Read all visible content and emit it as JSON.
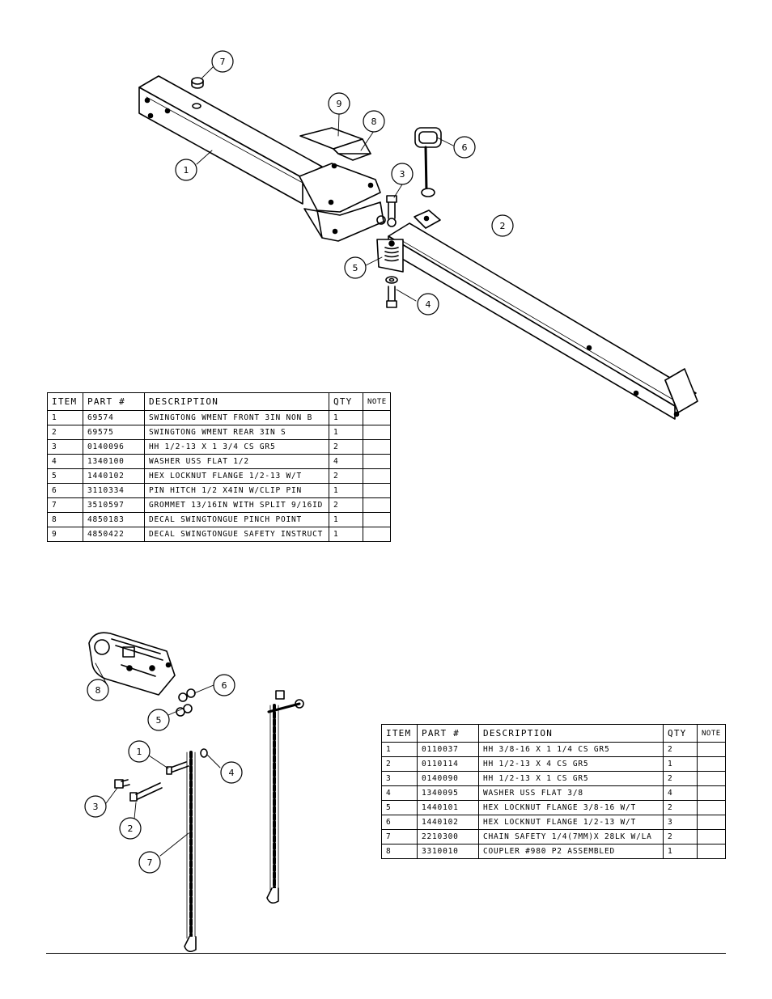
{
  "assembly_top": {
    "balloons": [
      "1",
      "2",
      "3",
      "4",
      "5",
      "6",
      "7",
      "8",
      "9"
    ],
    "headers": {
      "item": "ITEM",
      "part": "PART #",
      "description": "DESCRIPTION",
      "qty": "QTY",
      "note": "NOTE"
    },
    "rows": [
      {
        "item": "1",
        "part": "69574",
        "description": "SWINGTONG WMENT FRONT 3IN NON B",
        "qty": "1",
        "note": ""
      },
      {
        "item": "2",
        "part": "69575",
        "description": "SWINGTONG WMENT REAR 3IN S",
        "qty": "1",
        "note": ""
      },
      {
        "item": "3",
        "part": "0140096",
        "description": "HH 1/2-13 X 1 3/4 CS GR5",
        "qty": "2",
        "note": ""
      },
      {
        "item": "4",
        "part": "1340100",
        "description": "WASHER USS FLAT 1/2",
        "qty": "4",
        "note": ""
      },
      {
        "item": "5",
        "part": "1440102",
        "description": "HEX LOCKNUT FLANGE 1/2-13 W/T",
        "qty": "2",
        "note": ""
      },
      {
        "item": "6",
        "part": "3110334",
        "description": "PIN HITCH 1/2 X4IN W/CLIP PIN",
        "qty": "1",
        "note": ""
      },
      {
        "item": "7",
        "part": "3510597",
        "description": "GROMMET 13/16IN  WITH SPLIT 9/16ID",
        "qty": "2",
        "note": ""
      },
      {
        "item": "8",
        "part": "4850183",
        "description": "DECAL SWINGTONGUE PINCH POINT",
        "qty": "1",
        "note": ""
      },
      {
        "item": "9",
        "part": "4850422",
        "description": "DECAL SWINGTONGUE SAFETY INSTRUCT",
        "qty": "1",
        "note": ""
      }
    ]
  },
  "assembly_bottom": {
    "balloons": [
      "1",
      "2",
      "3",
      "4",
      "5",
      "6",
      "7",
      "8"
    ],
    "headers": {
      "item": "ITEM",
      "part": "PART #",
      "description": "DESCRIPTION",
      "qty": "QTY",
      "note": "NOTE"
    },
    "rows": [
      {
        "item": "1",
        "part": "0110037",
        "description": "HH 3/8-16 X 1 1/4 CS GR5",
        "qty": "2",
        "note": ""
      },
      {
        "item": "2",
        "part": "0110114",
        "description": "HH 1/2-13 X 4 CS GR5",
        "qty": "1",
        "note": ""
      },
      {
        "item": "3",
        "part": "0140090",
        "description": "HH 1/2-13 X 1 CS GR5",
        "qty": "2",
        "note": ""
      },
      {
        "item": "4",
        "part": "1340095",
        "description": "WASHER USS FLAT 3/8",
        "qty": "4",
        "note": ""
      },
      {
        "item": "5",
        "part": "1440101",
        "description": "HEX LOCKNUT FLANGE 3/8-16 W/T",
        "qty": "2",
        "note": ""
      },
      {
        "item": "6",
        "part": "1440102",
        "description": "HEX LOCKNUT FLANGE 1/2-13 W/T",
        "qty": "3",
        "note": ""
      },
      {
        "item": "7",
        "part": "2210300",
        "description": "CHAIN SAFETY 1/4(7MM)X 28LK W/LA",
        "qty": "2",
        "note": ""
      },
      {
        "item": "8",
        "part": "3310010",
        "description": "COUPLER #980 P2 ASSEMBLED",
        "qty": "1",
        "note": ""
      }
    ]
  }
}
